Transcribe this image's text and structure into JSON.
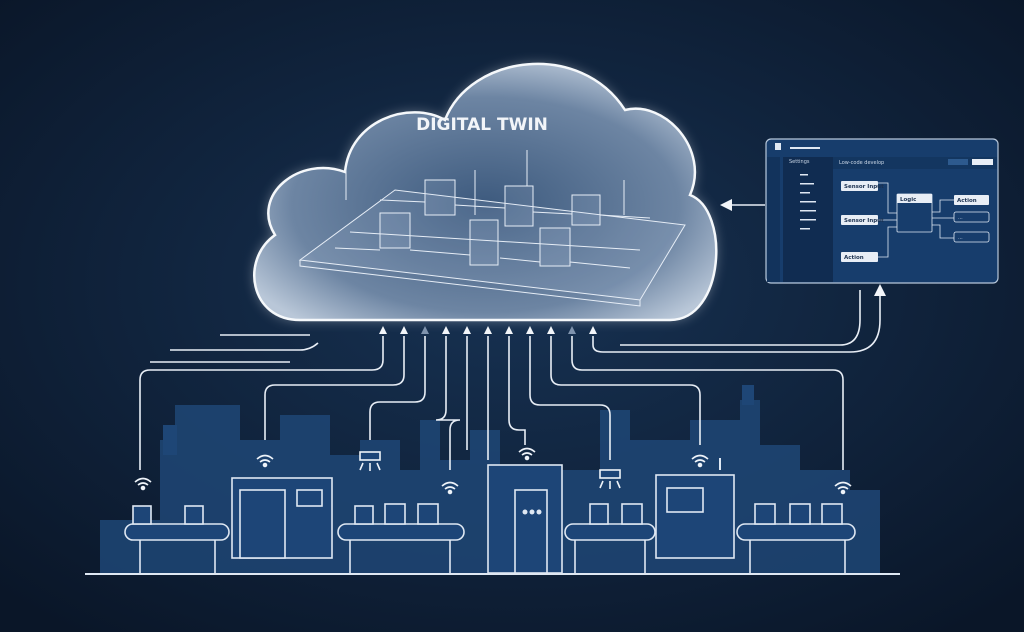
{
  "cloud": {
    "title": "DIGITAL TWIN"
  },
  "panel": {
    "sidebar_title": "Settings",
    "header_title": "Low-code develop",
    "nodes": {
      "sensor_input_1": "Sensor Input",
      "sensor_input_2": "Sensor Input",
      "action_left": "Action",
      "logic": "Logic",
      "action_right": "Action",
      "empty_1": "...",
      "empty_2": "..."
    }
  },
  "colors": {
    "background": "#0b1a2e",
    "silhouette": "#1e4676",
    "panel": "#173d6c",
    "line": "#e8eef6"
  }
}
